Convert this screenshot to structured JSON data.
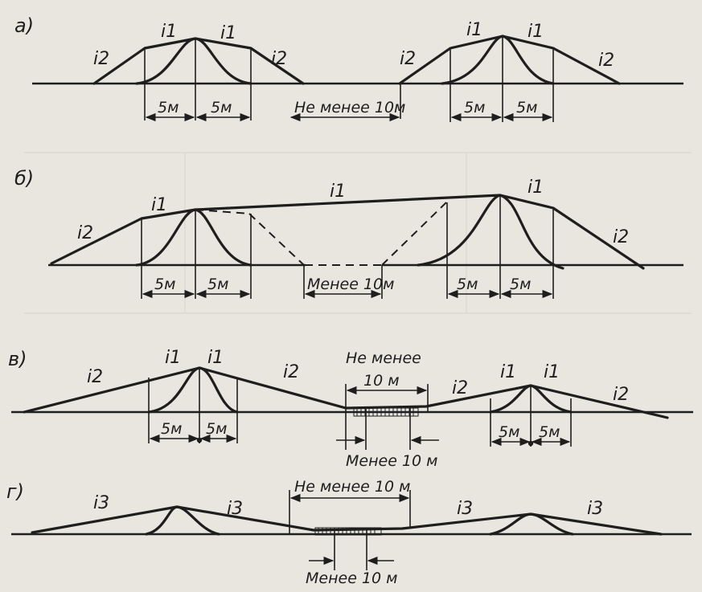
{
  "panels": [
    {
      "letter": "а)"
    },
    {
      "letter": "б)"
    },
    {
      "letter": "в)"
    },
    {
      "letter": "г)"
    }
  ],
  "slopes": {
    "i1": "i1",
    "i2": "i2",
    "i3": "i3"
  },
  "dims": {
    "five_m": "5м",
    "not_less_10m": "Не менее 10м",
    "less_10m": "Менее 10м",
    "not_less_word": "Не менее",
    "ten_m": "10 м",
    "less_10m_spaced": "Менее 10 м",
    "not_less_10m_spaced": "Не менее 10 м"
  },
  "colors": {
    "ink": "#1e1e1e",
    "paper": "#e9e6df"
  }
}
